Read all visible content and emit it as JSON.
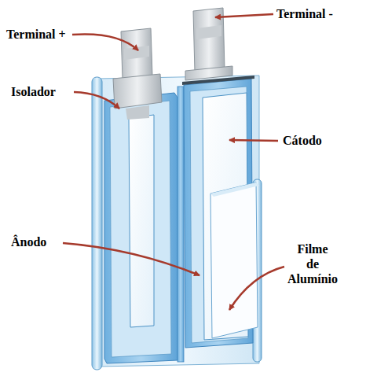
{
  "diagram": {
    "labels": [
      "Terminal +",
      "Terminal -",
      "Isolador",
      "Cátodo",
      "Ânodo",
      "Filme de Alumínio"
    ]
  }
}
